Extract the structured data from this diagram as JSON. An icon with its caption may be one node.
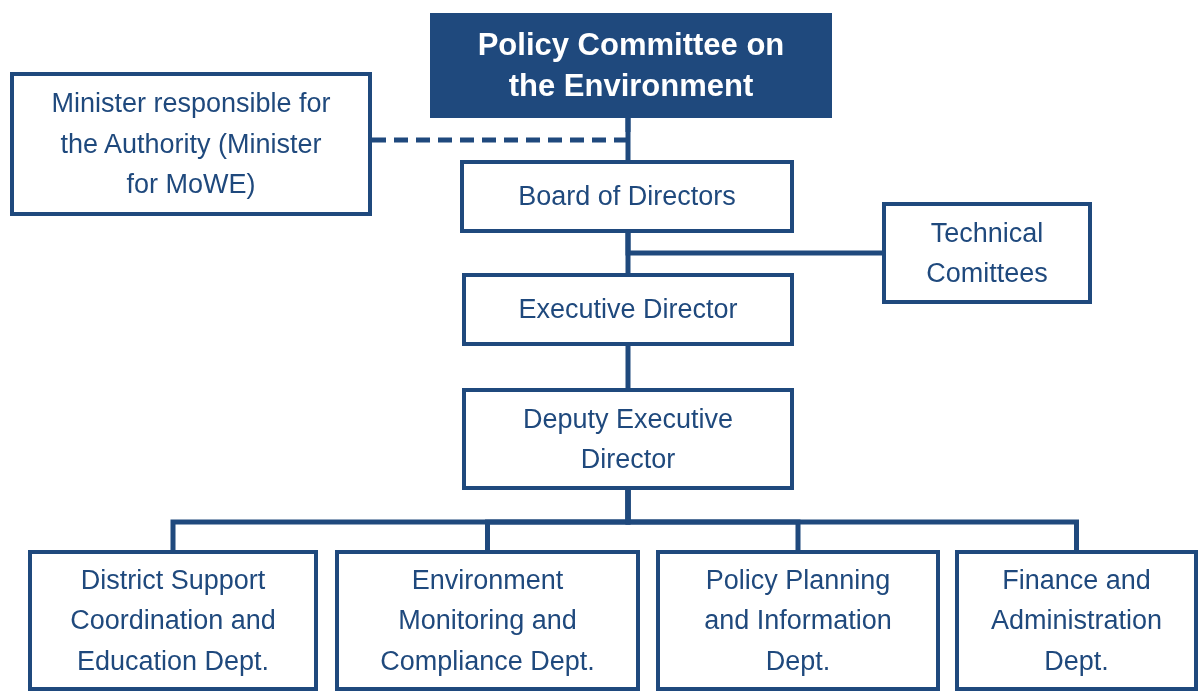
{
  "diagram": {
    "nodes": [
      {
        "text": [
          "Policy Committee on the Environment"
        ]
      },
      {
        "text": [
          "Minister responsible for the Authority (Minister for MoWE)"
        ]
      },
      {
        "text": [
          "Board of Directors"
        ]
      },
      {
        "text": [
          "Technical Comittees"
        ]
      },
      {
        "text": [
          "Executive Director"
        ]
      },
      {
        "text": [
          "Deputy Executive Director"
        ]
      },
      {
        "text": [
          "District Support Coordination and Education Dept."
        ]
      },
      {
        "text": [
          "Environment Monitoring and Compliance Dept."
        ]
      },
      {
        "text": [
          "Policy Planning and Information Dept."
        ]
      },
      {
        "text": [
          "Finance and Administration Dept."
        ]
      }
    ],
    "edges": [
      {
        "from": 0,
        "to": 2,
        "arrow": "none"
      },
      {
        "from": 1,
        "to": 0,
        "arrow": "none",
        "style": "dashed"
      },
      {
        "from": 2,
        "to": 4,
        "arrow": "none"
      },
      {
        "from": 3,
        "to": 2,
        "arrow": "none"
      },
      {
        "from": 4,
        "to": 5,
        "arrow": "none"
      },
      {
        "from": 5,
        "to": 6,
        "arrow": "none"
      },
      {
        "from": 5,
        "to": 7,
        "arrow": "none"
      },
      {
        "from": 5,
        "to": 8,
        "arrow": "none"
      },
      {
        "from": 5,
        "to": 9,
        "arrow": "none"
      }
    ]
  }
}
